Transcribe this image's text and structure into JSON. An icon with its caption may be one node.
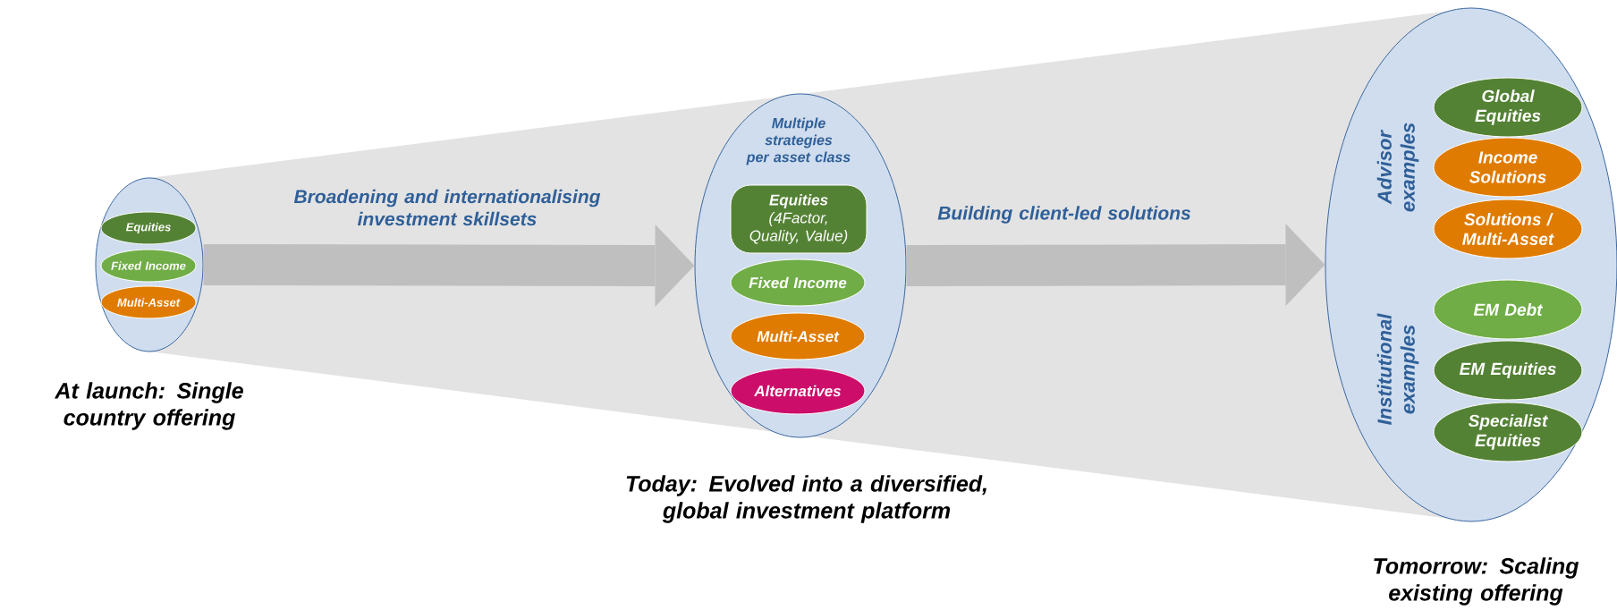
{
  "diagram": {
    "nodes": [
      {
        "text": [],
        "shape": "ellipse",
        "beside": [
          "At launch: Single country offering"
        ]
      },
      {
        "text": [
          "Equities"
        ],
        "in": 0
      },
      {
        "text": [
          "Fixed Income"
        ],
        "in": 0
      },
      {
        "text": [
          "Multi-Asset"
        ],
        "in": 0
      },
      {
        "text": [
          "Multiple strategies per asset class"
        ],
        "beside": [
          "Today: Evolved into a diversified, global investment platform"
        ]
      },
      {
        "text": [
          "Equities",
          "(4Factor, Quality, Value)"
        ],
        "in": 4
      },
      {
        "text": [
          "Fixed Income"
        ],
        "in": 4
      },
      {
        "text": [
          "Multi-Asset"
        ],
        "in": 4
      },
      {
        "text": [
          "Alternatives"
        ],
        "in": 4
      },
      {
        "text": [
          "Advisor examples",
          "Institutional examples"
        ],
        "beside": [
          "Tomorrow: Scaling existing offering"
        ]
      },
      {
        "text": [
          "Global Equities"
        ],
        "in": 9
      },
      {
        "text": [
          "Income Solutions"
        ],
        "in": 9
      },
      {
        "text": [
          "Solutions / Multi-Asset"
        ],
        "in": 9
      },
      {
        "text": [
          "EM Debt"
        ],
        "in": 9
      },
      {
        "text": [
          "EM Equities"
        ],
        "in": 9
      },
      {
        "text": [
          "Specialist Equities"
        ],
        "in": 9
      }
    ],
    "edges": [
      {
        "from": 0,
        "to": 4,
        "arrow": "to",
        "label": "Broadening and internationalising investment skillsets"
      },
      {
        "from": 4,
        "to": 9,
        "arrow": "to",
        "label": "Building client-led solutions"
      }
    ]
  }
}
